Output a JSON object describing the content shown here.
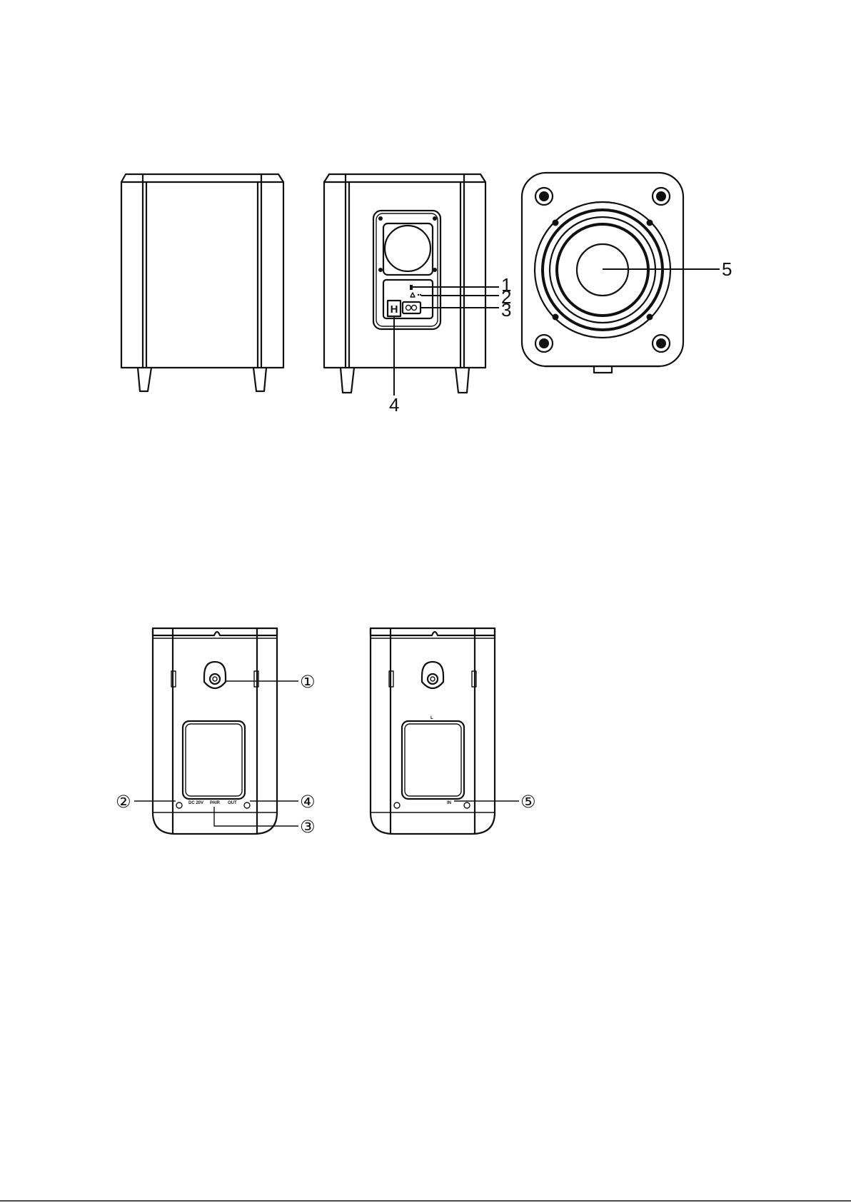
{
  "subwoofer": {
    "callouts": [
      "1",
      "2",
      "3",
      "4",
      "5"
    ],
    "port_labels": {
      "switch_glyph": "H"
    }
  },
  "satellites": {
    "callouts": [
      "①",
      "②",
      "③",
      "④",
      "⑤"
    ],
    "left_panel_labels": {
      "dc_in": "DC 20V",
      "pair": "PAIR",
      "out": "OUT"
    },
    "right_panel_labels": {
      "channel": "L",
      "in": "IN"
    }
  },
  "colors": {
    "line": "#111111",
    "background": "#ffffff"
  }
}
